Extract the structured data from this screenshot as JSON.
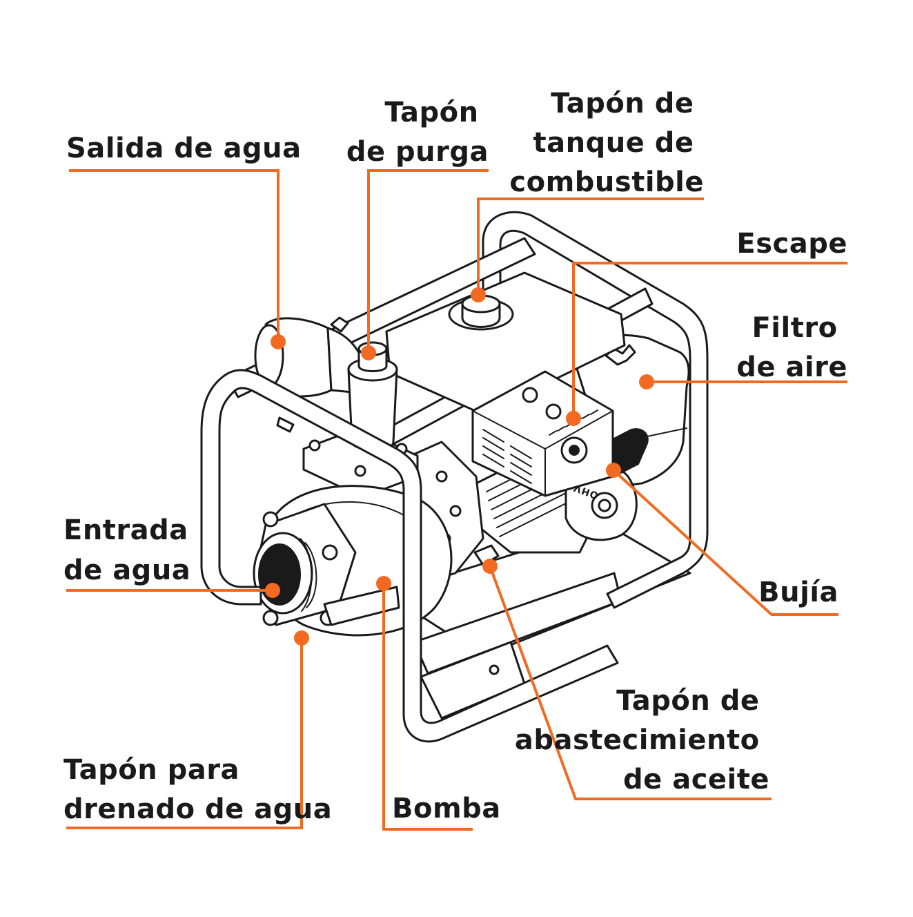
{
  "colors": {
    "accent": "#f26a21",
    "ink": "#1a1a1a",
    "background": "#ffffff"
  },
  "labels": {
    "salida_agua": {
      "lines": [
        "Salida de agua"
      ]
    },
    "tapon_purga": {
      "lines": [
        "Tapón",
        "de purga"
      ]
    },
    "tapon_tanque": {
      "lines": [
        "Tapón de",
        "tanque de",
        "combustible"
      ]
    },
    "escape": {
      "lines": [
        "Escape"
      ]
    },
    "filtro_aire": {
      "lines": [
        "Filtro",
        "de aire"
      ]
    },
    "entrada_agua": {
      "lines": [
        "Entrada",
        "de agua"
      ]
    },
    "bujia": {
      "lines": [
        "Bujía"
      ]
    },
    "tapon_aceite": {
      "lines": [
        "Tapón de",
        "abastecimiento",
        "de aceite"
      ]
    },
    "tapon_drenado": {
      "lines": [
        "Tapón para",
        "drenado de agua"
      ]
    },
    "bomba": {
      "lines": [
        "Bomba"
      ]
    }
  },
  "illustration": {
    "engine_badge": "OHV"
  }
}
